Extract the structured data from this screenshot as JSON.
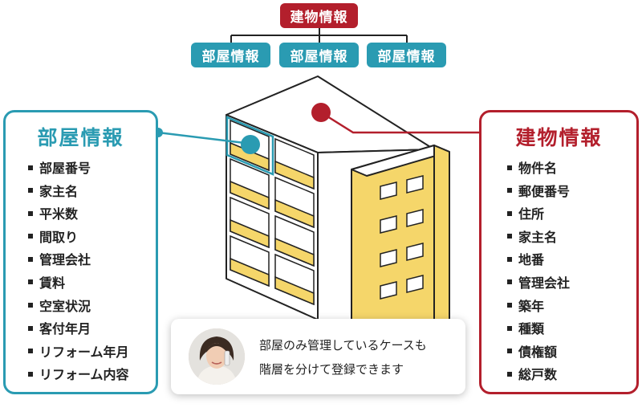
{
  "top_label": "建物情報",
  "sub_labels": [
    "部屋情報",
    "部屋情報",
    "部屋情報"
  ],
  "room_panel": {
    "title": "部屋情報",
    "items": [
      "部屋番号",
      "家主名",
      "平米数",
      "間取り",
      "管理会社",
      "賃料",
      "空室状況",
      "客付年月",
      "リフォーム年月",
      "リフォーム内容"
    ]
  },
  "building_panel": {
    "title": "建物情報",
    "items": [
      "物件名",
      "郵便番号",
      "住所",
      "家主名",
      "地番",
      "管理会社",
      "築年",
      "種類",
      "債権額",
      "総戸数"
    ]
  },
  "callout": {
    "line1": "部屋のみ管理しているケースも",
    "line2": "階層を分けて登録できます"
  },
  "colors": {
    "red": "#b31f2c",
    "teal": "#2a9bb2",
    "yellow": "#f5d66a"
  },
  "icons": [
    "building-illustration",
    "person-avatar"
  ]
}
